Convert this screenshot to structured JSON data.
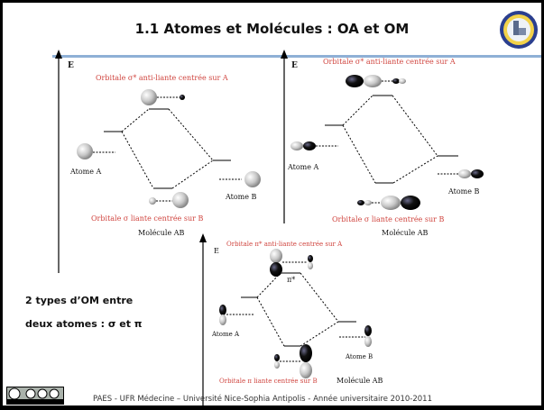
{
  "slide": {
    "title": "1.1 Atomes et Molécules : OA et OM",
    "side_text": [
      "2 types d’OM entre",
      "deux atomes : σ et π"
    ],
    "footer": "PAES - UFR Médecine – Université Nice-Sophia Antipolis - Année universitaire 2010-2011",
    "logo": "faculte-de-medecine-logo",
    "license": "cc-by-nc-sa-icon"
  },
  "diagrams": [
    {
      "id": "sigma-s",
      "axis_label": "E",
      "top_label": "Orbitale σ* anti-liante centrée sur A",
      "bottom_label": "Orbitale σ liante centrée sur B",
      "atom_a": "Atome A",
      "atom_b": "Atome B",
      "molecule": "Molécule AB"
    },
    {
      "id": "sigma-p",
      "axis_label": "E",
      "top_label": "Orbitale σ* anti-liante centrée sur A",
      "bottom_label": "Orbitale σ liante centrée sur B",
      "atom_a": "Atome A",
      "atom_b": "Atome B",
      "molecule": "Molécule AB"
    },
    {
      "id": "pi",
      "axis_label": "E",
      "top_label": "Orbitale π* anti-liante centrée sur A",
      "pi_star": "π*",
      "bottom_label": "Orbitale π liante centrée sur B",
      "atom_a": "Atome A",
      "atom_b": "Atome B",
      "molecule": "Molécule AB"
    }
  ],
  "colors": {
    "accent_line": "#8fb0d6",
    "label_red": "#d0453f"
  }
}
